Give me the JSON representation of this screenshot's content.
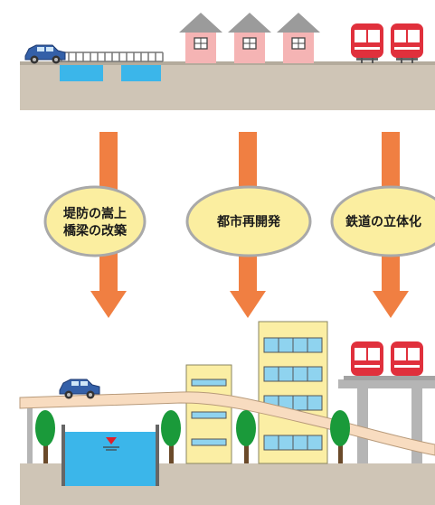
{
  "labels": {
    "measure_1_line1": "堤防の嵩上",
    "measure_1_line2": "橋梁の改築",
    "measure_2": "都市再開発",
    "measure_3": "鉄道の立体化"
  },
  "colors": {
    "ground": "#cfc5b6",
    "water": "#3bb6ea",
    "arrow": "#f07f42",
    "oval_fill": "#fbeea0",
    "oval_stroke": "#a9a9a9",
    "house_wall": "#f5b4b4",
    "house_roof": "#9b9b9b",
    "train_body": "#e0303c",
    "building": "#fbeea4",
    "window": "#8fd3ef",
    "road": "#f8dcc0",
    "pillar": "#b5b5b5",
    "tree": "#1a9a3a",
    "car": "#3460a8"
  }
}
